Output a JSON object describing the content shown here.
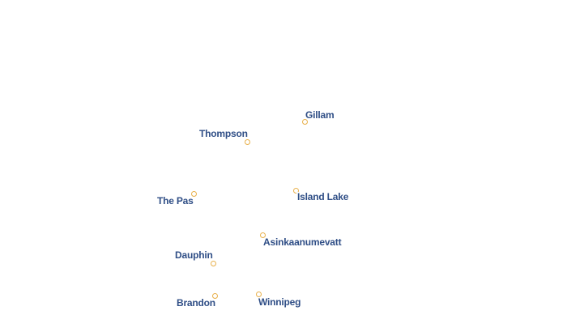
{
  "map": {
    "colors": {
      "marker_stroke": "#e8b04a",
      "label_text": "#2f4e86",
      "label_halo": "#ffffff",
      "background": "#ffffff"
    },
    "places": [
      {
        "id": "gillam",
        "name": "Gillam"
      },
      {
        "id": "thompson",
        "name": "Thompson"
      },
      {
        "id": "the-pas",
        "name": "The Pas"
      },
      {
        "id": "island-lake",
        "name": "Island Lake"
      },
      {
        "id": "asinkaanumevatt",
        "name": "Asinkaanumevatt"
      },
      {
        "id": "dauphin",
        "name": "Dauphin"
      },
      {
        "id": "brandon",
        "name": "Brandon"
      },
      {
        "id": "winnipeg",
        "name": "Winnipeg"
      }
    ]
  }
}
